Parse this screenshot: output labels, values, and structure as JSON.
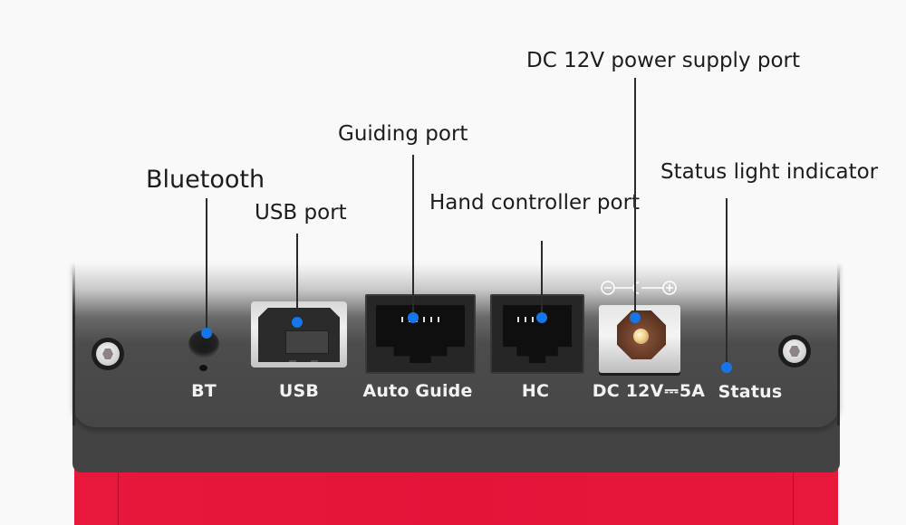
{
  "diagram": {
    "subject": "Telescope mount control panel",
    "accent_color": "#1476e8",
    "body_color": "#e5173a",
    "panel_color": "#464646",
    "callouts": [
      {
        "id": "bluetooth",
        "label": "Bluetooth",
        "target": "bt-button"
      },
      {
        "id": "usb",
        "label": "USB port",
        "target": "usb-port"
      },
      {
        "id": "guiding",
        "label": "Guiding port",
        "target": "auto-guide-port"
      },
      {
        "id": "hand-controller",
        "label": "Hand controller port",
        "target": "hc-port"
      },
      {
        "id": "dc-power",
        "label": "DC 12V power supply port",
        "target": "dc-port"
      },
      {
        "id": "status",
        "label": "Status light indicator",
        "target": "status-led"
      }
    ],
    "port_labels": {
      "bt": "BT",
      "usb": "USB",
      "auto_guide": "Auto Guide",
      "hc": "HC",
      "dc": "DC 12V",
      "dc_symbol": "⎓",
      "dc_current": "5A",
      "status": "Status"
    },
    "polarity_symbol": "⊖—◖—⊕"
  }
}
